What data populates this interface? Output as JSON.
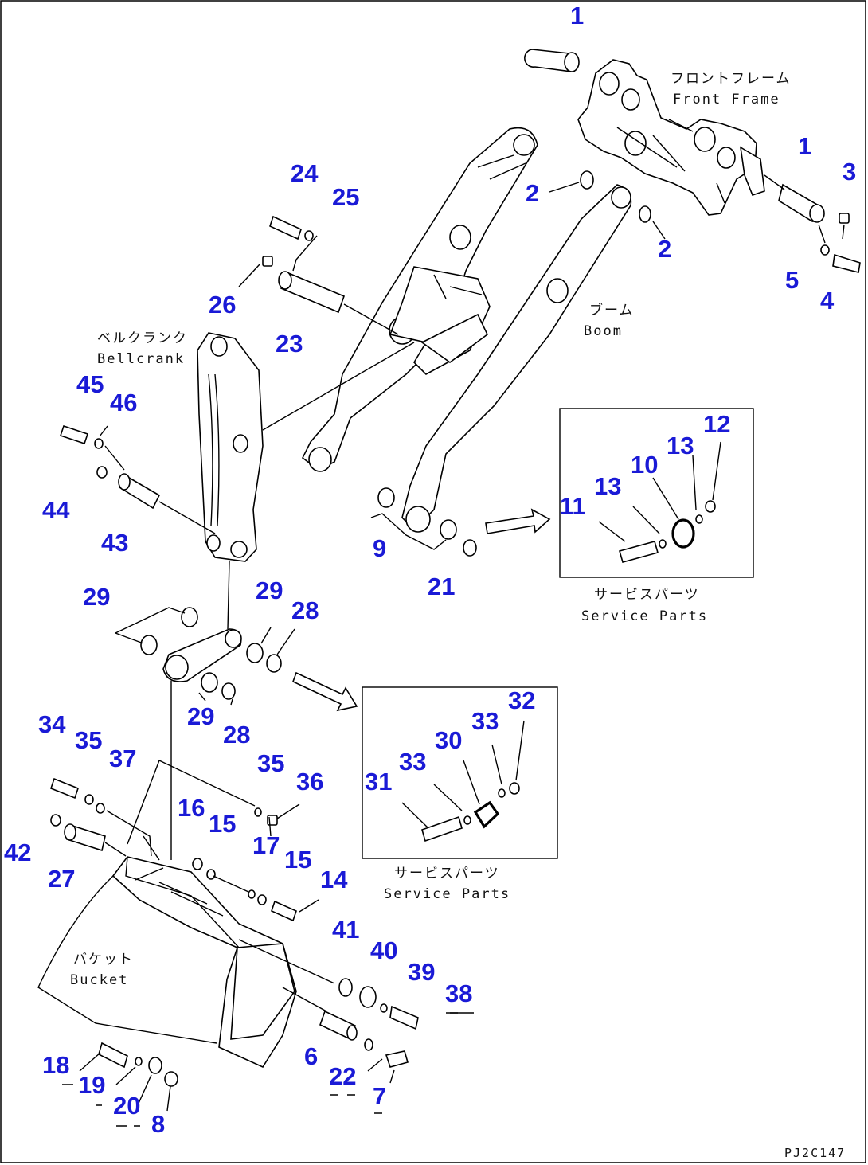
{
  "labels": {
    "front_frame_jp": "フロントフレーム",
    "front_frame_en": "Front Frame",
    "boom_jp": "ブーム",
    "boom_en": "Boom",
    "bellcrank_jp": "ベルクランク",
    "bellcrank_en": "Bellcrank",
    "bucket_jp": "バケット",
    "bucket_en": "Bucket",
    "service_parts_jp_1": "サービスパーツ",
    "service_parts_en_1": "Service Parts",
    "service_parts_jp_2": "サービスパーツ",
    "service_parts_en_2": "Service Parts",
    "drawing_code": "PJ2C147"
  },
  "callouts": {
    "c1a": "1",
    "c1b": "1",
    "c2a": "2",
    "c2b": "2",
    "c3": "3",
    "c4": "4",
    "c5": "5",
    "c24": "24",
    "c25": "25",
    "c26": "26",
    "c23": "23",
    "c45": "45",
    "c46": "46",
    "c44": "44",
    "c43": "43",
    "c9": "9",
    "c21": "21",
    "c12": "12",
    "c13a": "13",
    "c10": "10",
    "c13b": "13",
    "c11": "11",
    "c29a": "29",
    "c29b": "29",
    "c28a": "28",
    "c29c": "29",
    "c28b": "28",
    "c34": "34",
    "c35a": "35",
    "c37": "37",
    "c35b": "35",
    "c36": "36",
    "c42": "42",
    "c27": "27",
    "c16": "16",
    "c15a": "15",
    "c17": "17",
    "c15b": "15",
    "c14": "14",
    "c32": "32",
    "c33a": "33",
    "c30": "30",
    "c33b": "33",
    "c31": "31",
    "c41": "41",
    "c40": "40",
    "c39": "39",
    "c38": "38",
    "c6": "6",
    "c22": "22",
    "c7": "7",
    "c18": "18",
    "c19": "19",
    "c20": "20",
    "c8": "8"
  }
}
